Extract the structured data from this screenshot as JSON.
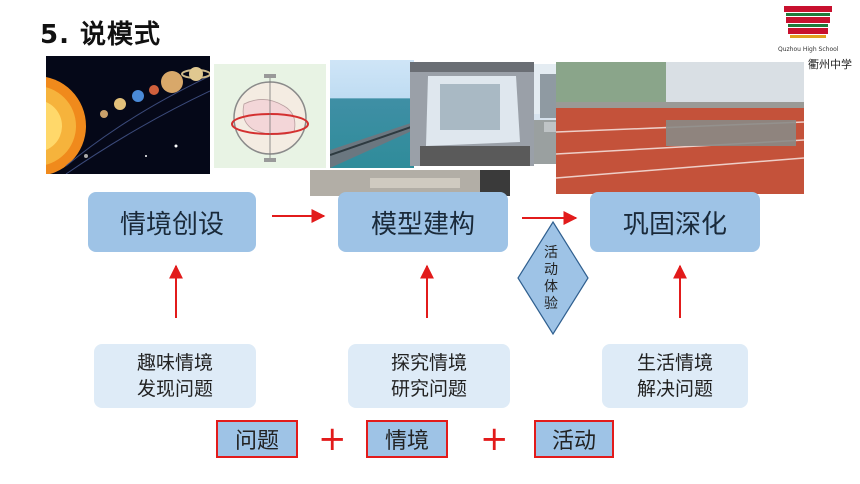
{
  "title": {
    "number": "5.",
    "text": "说模式"
  },
  "logo": {
    "name": "Quzhou High School",
    "calligraphy": "衢州中学"
  },
  "stages": [
    {
      "label": "情境创设",
      "sub1": "趣味情境",
      "sub2": "发现问题"
    },
    {
      "label": "模型建构",
      "sub1": "探究情境",
      "sub2": "研究问题"
    },
    {
      "label": "巩固深化",
      "sub1": "生活情境",
      "sub2": "解决问题"
    }
  ],
  "diamond": {
    "chars": [
      "活",
      "动",
      "体",
      "验"
    ]
  },
  "bottom": {
    "items": [
      "问题",
      "情境",
      "活动"
    ],
    "plus": "+"
  },
  "colors": {
    "box": "#9ec3e6",
    "sub": "#deebf7",
    "arrow": "#e21b1b"
  }
}
